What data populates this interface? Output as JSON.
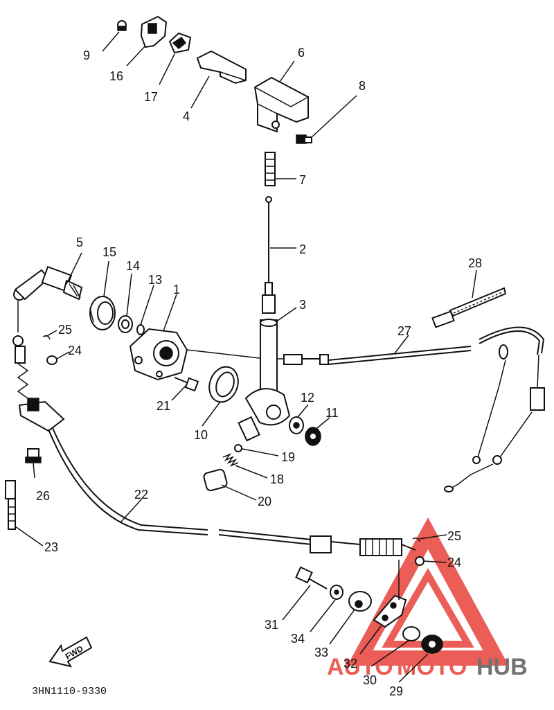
{
  "diagram_code": "3HN1110-9330",
  "fwd_label": "FWD",
  "watermark": {
    "part1": "AUTO",
    "part2": "MOTO",
    "part3": "HUB",
    "color_red": "#e8413a",
    "color_gray": "#5a5a5a"
  },
  "labels": {
    "p1": "1",
    "p2": "2",
    "p3": "3",
    "p4": "4",
    "p5": "5",
    "p6": "6",
    "p7": "7",
    "p8": "8",
    "p9": "9",
    "p10": "10",
    "p11": "11",
    "p12": "12",
    "p13": "13",
    "p14": "14",
    "p15": "15",
    "p16": "16",
    "p17": "17",
    "p18": "18",
    "p19": "19",
    "p20": "20",
    "p21": "21",
    "p22": "22",
    "p23": "23",
    "p24a": "24",
    "p24b": "24",
    "p25a": "25",
    "p25b": "25",
    "p26": "26",
    "p27": "27",
    "p28": "28",
    "p29": "29",
    "p30": "30",
    "p31": "31",
    "p32": "32",
    "p33": "33",
    "p34": "34"
  }
}
